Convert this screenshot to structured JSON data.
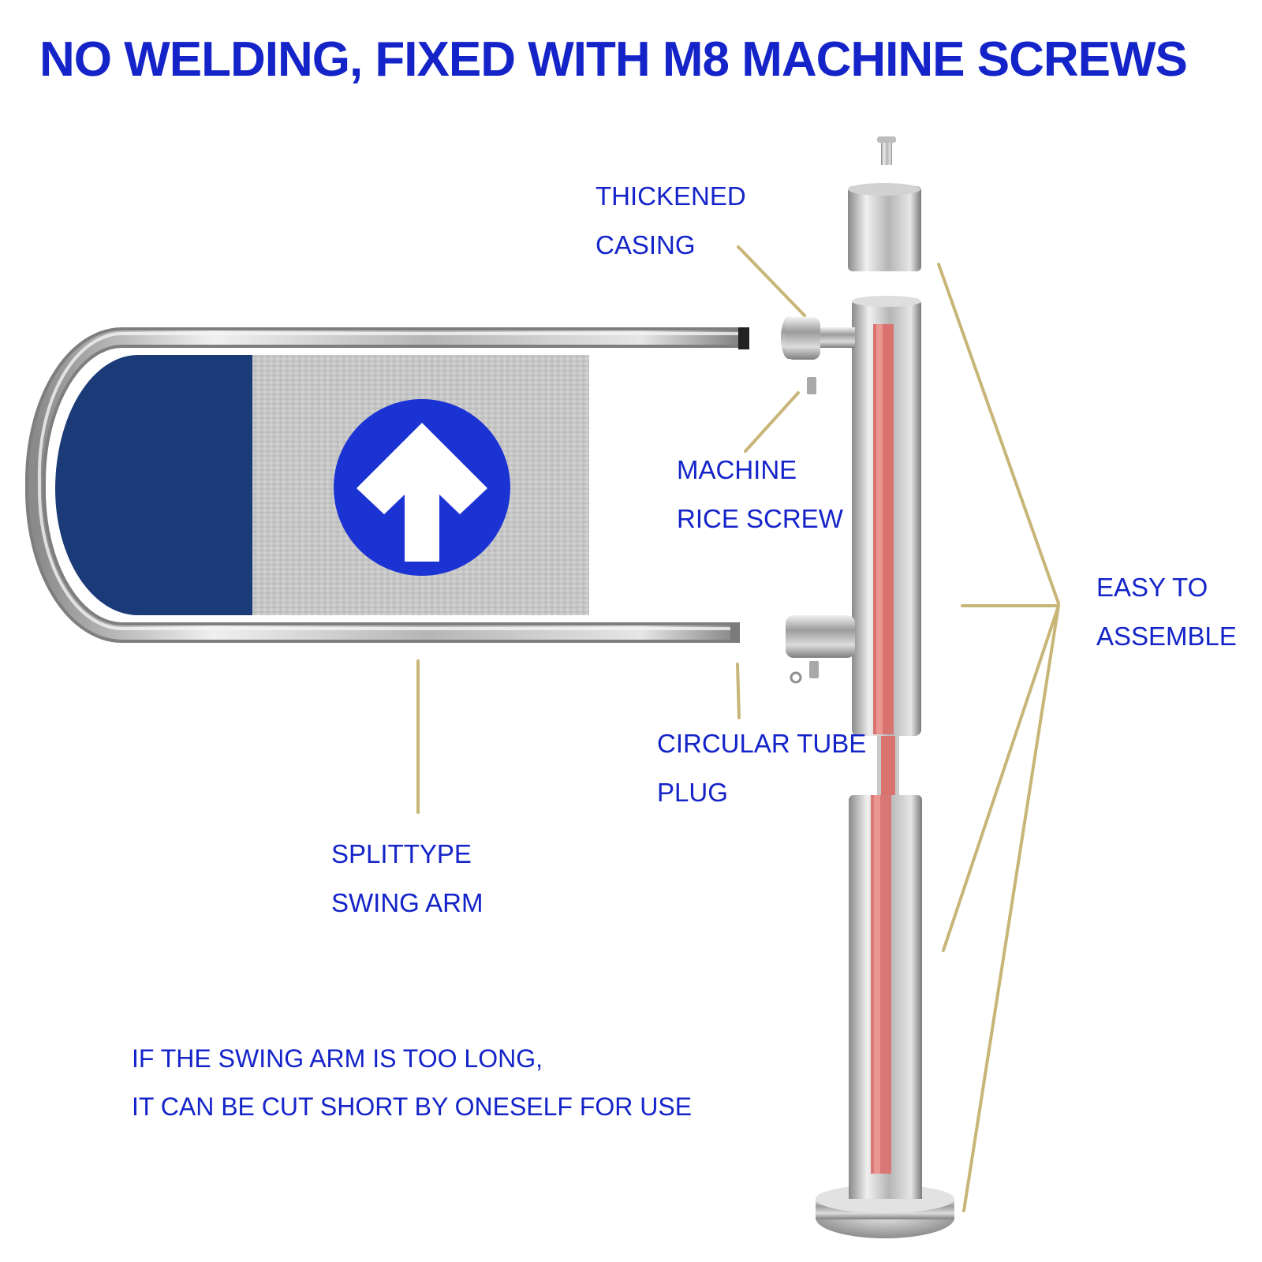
{
  "title": "NO WELDING, FIXED WITH M8 MACHINE SCREWS",
  "labels": {
    "thickened_casing": [
      "THICKENED",
      "CASING"
    ],
    "machine_rice_screw": [
      "MACHINE",
      "RICE SCREW"
    ],
    "circular_tube_plug": [
      "CIRCULAR TUBE",
      "PLUG"
    ],
    "splittype_swing_arm": [
      "SPLITTYPE",
      "SWING ARM"
    ],
    "easy_to_assemble": [
      "EASY TO",
      "ASSEMBLE"
    ]
  },
  "note": [
    "IF THE SWING ARM IS TOO LONG,",
    "IT CAN BE CUT SHORT BY ONESELF FOR USE"
  ],
  "colors": {
    "text": "#1424c8",
    "panel_navy": "#1b3a78",
    "arrow_circle": "#1c33d4",
    "core_red": "#d9736f",
    "leader_line": "#c8b578"
  },
  "icons": {
    "panel_symbol": "arrow-up-icon"
  }
}
